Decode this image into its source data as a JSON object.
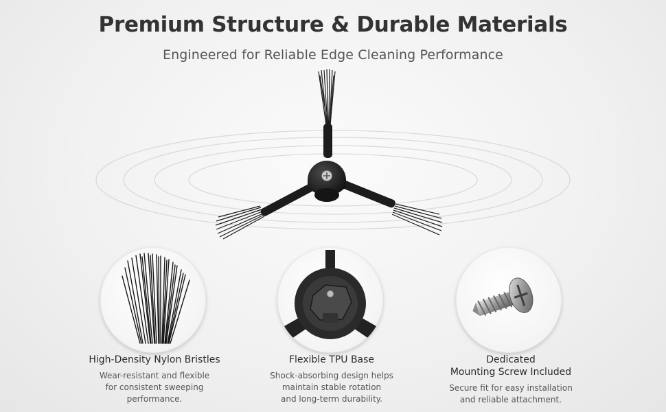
{
  "header": {
    "title": "Premium Structure & Durable Materials",
    "subtitle": "Engineered for Reliable Edge Cleaning Performance"
  },
  "hero": {
    "icon": "side-brush-icon"
  },
  "features": [
    {
      "icon": "bristles-icon",
      "title_lines": [
        "High-Density Nylon Bristles"
      ],
      "desc_lines": [
        "Wear-resistant and flexible",
        "for consistent sweeping",
        "performance."
      ]
    },
    {
      "icon": "tpu-base-icon",
      "title_lines": [
        "Flexible TPU Base"
      ],
      "desc_lines": [
        "Shock-absorbing design helps",
        "maintain stable rotation",
        "and long-term durability."
      ]
    },
    {
      "icon": "screw-icon",
      "title_lines": [
        "Dedicated",
        "Mounting Screw Included"
      ],
      "desc_lines": [
        "Secure fit for easy installation",
        "and reliable attachment."
      ]
    }
  ],
  "colors": {
    "background": "#f1f1f1",
    "brush": "#1b1b1b",
    "heading": "#333333"
  }
}
